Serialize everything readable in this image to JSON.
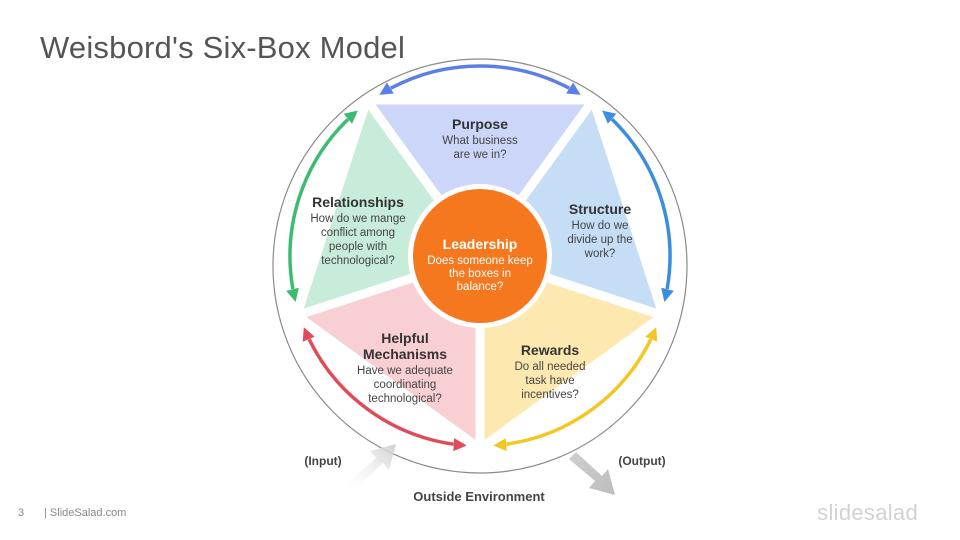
{
  "title": "Weisbord's Six-Box Model",
  "center": {
    "title": "Leadership",
    "lines": [
      "Does someone keep",
      "the boxes in",
      "balance?"
    ],
    "color": "#f5781e"
  },
  "boxes": [
    {
      "id": "purpose",
      "title_lines": [
        "Purpose"
      ],
      "desc_lines": [
        "What business",
        "are we in?"
      ],
      "fill": "#ccd6f8",
      "arrow": "#5b7fe8"
    },
    {
      "id": "structure",
      "title_lines": [
        "Structure"
      ],
      "desc_lines": [
        "How do we",
        "divide up the",
        "work?"
      ],
      "fill": "#c5ddf5",
      "arrow": "#3b8de0"
    },
    {
      "id": "rewards",
      "title_lines": [
        "Rewards"
      ],
      "desc_lines": [
        "Do all needed",
        "task have",
        "incentives?"
      ],
      "fill": "#fde9b0",
      "arrow": "#f3c623"
    },
    {
      "id": "helpful-mechanisms",
      "title_lines": [
        "Helpful",
        "Mechanisms"
      ],
      "desc_lines": [
        "Have we adequate",
        "coordinating",
        "technological?"
      ],
      "fill": "#f8cfd2",
      "arrow": "#df4b58"
    },
    {
      "id": "relationships",
      "title_lines": [
        "Relationships"
      ],
      "desc_lines": [
        "How do we mange",
        "conflict among",
        "people with",
        "technological?"
      ],
      "fill": "#c7ecda",
      "arrow": "#3dbb72"
    }
  ],
  "labels": {
    "input": "(Input)",
    "output": "(Output)",
    "environment": "Outside Environment"
  },
  "footer": {
    "page_number": "3",
    "site": "| SlideSalad.com",
    "brand": "slidesalad"
  }
}
